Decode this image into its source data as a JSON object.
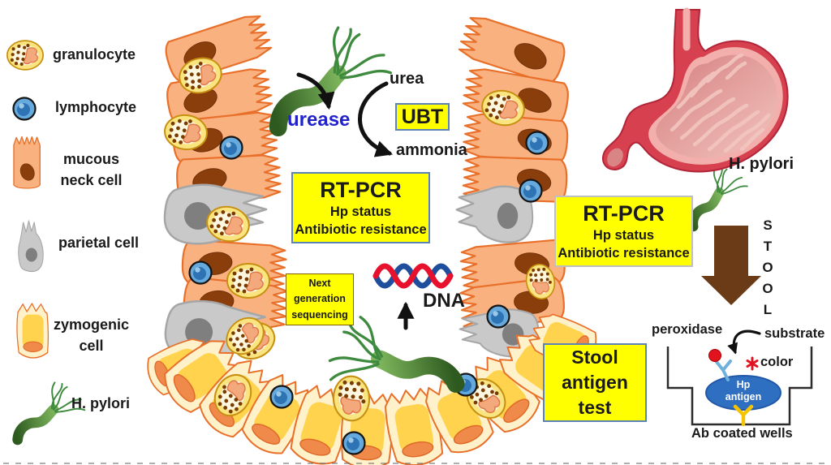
{
  "colors": {
    "box-yellow": "#FFFF00",
    "box-border-blue": "#5B83B8",
    "box-border-gray": "#BFBFBF",
    "ngs-border": "#806000",
    "urease-blue": "#2222CC",
    "cell-peach": "#F9B180",
    "cell-outline": "#E8702A",
    "cell-nucleus": "#8A3E0C",
    "parietal-gray": "#C9C9C9",
    "parietal-outline": "#A6A6A6",
    "parietal-nucleus": "#7F7F7F",
    "zymo-cream": "#FFF1C9",
    "zymo-yellow": "#FFD34D",
    "zymo-nucleus": "#F08A4B",
    "gran-yellow": "#F9E47F",
    "gran-outline": "#C89010",
    "gran-dots": "#7A3B00",
    "gran-nucleus": "#F4A97C",
    "lymph-blue": "#66A9DC",
    "lymph-core": "#2E74B5",
    "hp-dark": "#2E5A20",
    "hp-light": "#7CB45B",
    "hp-flagella": "#3E8A3E",
    "stomach-red": "#D6404F",
    "stomach-rim": "#F2AFAC",
    "stomach-body-dark": "#D58080",
    "stomach-body-light": "#F3C4BE",
    "stomach-rugae": "#F3C6C0",
    "dna-red": "#E8112D",
    "dna-blue": "#1F4E9C",
    "arrow-black": "#111111",
    "stool-brown": "#6B3A17",
    "antigen-blue": "#2F6FC1",
    "ab-yellow": "#F5C400",
    "ab-blue": "#6FB0DC",
    "peroxidase-red": "#E0131E",
    "text-black": "#1A1A1A"
  },
  "legend": {
    "items": [
      {
        "id": "granulocyte",
        "label": "granulocyte"
      },
      {
        "id": "lymphocyte",
        "label": "lymphocyte"
      },
      {
        "id": "mucous-neck-cell",
        "label": "mucous\nneck cell"
      },
      {
        "id": "parietal-cell",
        "label": "parietal cell"
      },
      {
        "id": "zymogenic-cell",
        "label": "zymogenic\ncell"
      },
      {
        "id": "h-pylori",
        "label": "H. pylori"
      }
    ]
  },
  "urease_reaction": {
    "substrate": "urea",
    "enzyme": "urease",
    "product": "ammonia",
    "test_label": "UBT"
  },
  "pcr_center": {
    "title": "RT-PCR",
    "line1": "Hp status",
    "line2": "Antibiotic resistance"
  },
  "ngs": {
    "label": "Next\ngeneration\nsequencing"
  },
  "dna": {
    "label": "DNA"
  },
  "stomach_section": {
    "bacterium_label": "H. pylori",
    "stool_letters": [
      "S",
      "T",
      "O",
      "O",
      "L"
    ]
  },
  "pcr_right": {
    "title": "RT-PCR",
    "line1": "Hp status",
    "line2": "Antibiotic resistance"
  },
  "stool_antigen_test": {
    "label": "Stool\nantigen\ntest"
  },
  "elisa": {
    "enzyme": "peroxidase",
    "substrate": "substrate",
    "result": "color",
    "antigen": "Hp\nantigen",
    "wells": "Ab coated wells"
  }
}
